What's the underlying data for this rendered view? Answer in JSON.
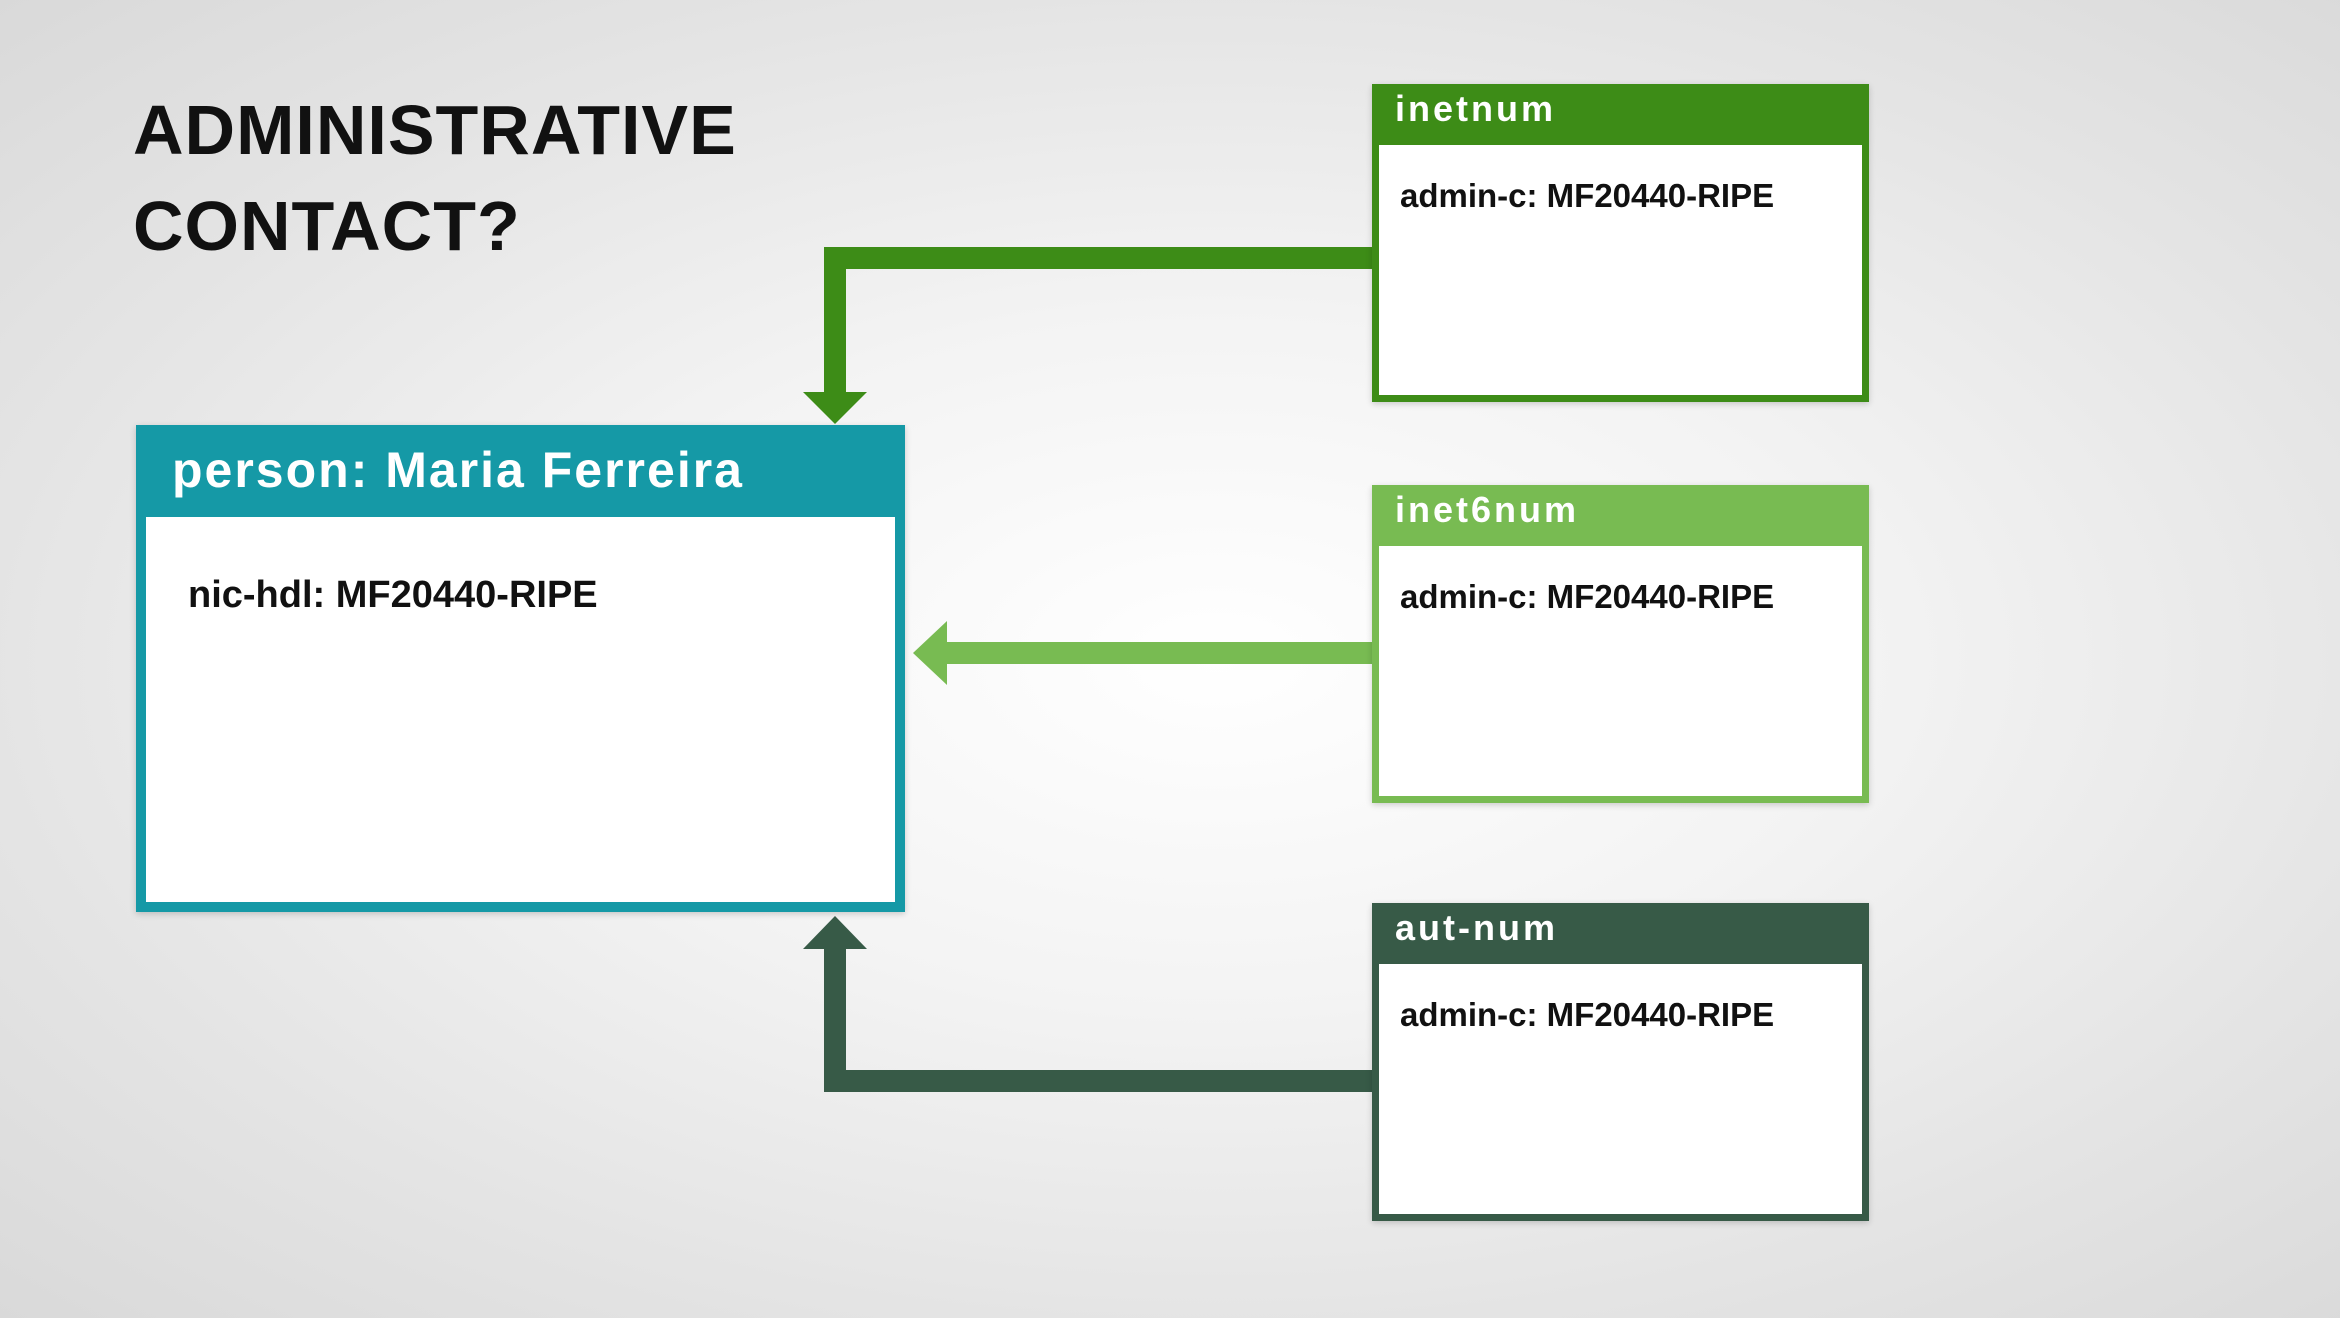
{
  "title": {
    "line1": "ADMINISTRATIVE",
    "line2": "CONTACT?"
  },
  "person": {
    "header": "person: Maria Ferreira",
    "attribute": "nic-hdl: MF20440-RIPE"
  },
  "objects": [
    {
      "header": "inetnum",
      "attribute": "admin-c: MF20440-RIPE",
      "color": "#3d8c17"
    },
    {
      "header": "inet6num",
      "attribute": "admin-c: MF20440-RIPE",
      "color": "#78bb52"
    },
    {
      "header": "aut-num",
      "attribute": "admin-c: MF20440-RIPE",
      "color": "#375a47"
    }
  ],
  "colors": {
    "person": "#1599a6",
    "inetnum": "#3d8c17",
    "inet6num": "#78bb52",
    "aut-num": "#375a47"
  }
}
